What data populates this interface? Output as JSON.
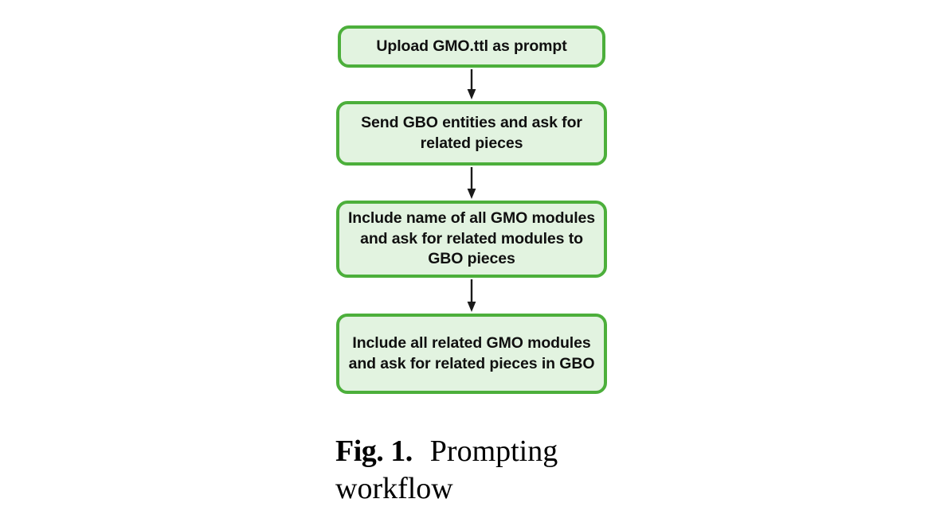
{
  "figure": {
    "background_color": "#ffffff",
    "node_fill_color": "#e2f3e0",
    "node_border_color": "#4caf3b",
    "node_text_color": "#101010",
    "arrow_color": "#1a1a1a",
    "nodes": [
      {
        "id": "node-1",
        "label": "Upload GMO.ttl as prompt"
      },
      {
        "id": "node-2",
        "label": "Send GBO entities and ask for\nrelated pieces"
      },
      {
        "id": "node-3",
        "label": "Include name of all GMO modules\nand ask for related modules to\nGBO pieces"
      },
      {
        "id": "node-4",
        "label": "Include all related GMO modules\nand ask for related pieces in GBO"
      }
    ],
    "arrows": [
      {
        "id": "arrow-1",
        "from": "node-1",
        "to": "node-2",
        "direction": "down"
      },
      {
        "id": "arrow-2",
        "from": "node-2",
        "to": "node-3",
        "direction": "down"
      },
      {
        "id": "arrow-3",
        "from": "node-3",
        "to": "node-4",
        "direction": "down"
      }
    ]
  },
  "caption": {
    "label": "Fig. 1.",
    "text": "Prompting workflow"
  }
}
